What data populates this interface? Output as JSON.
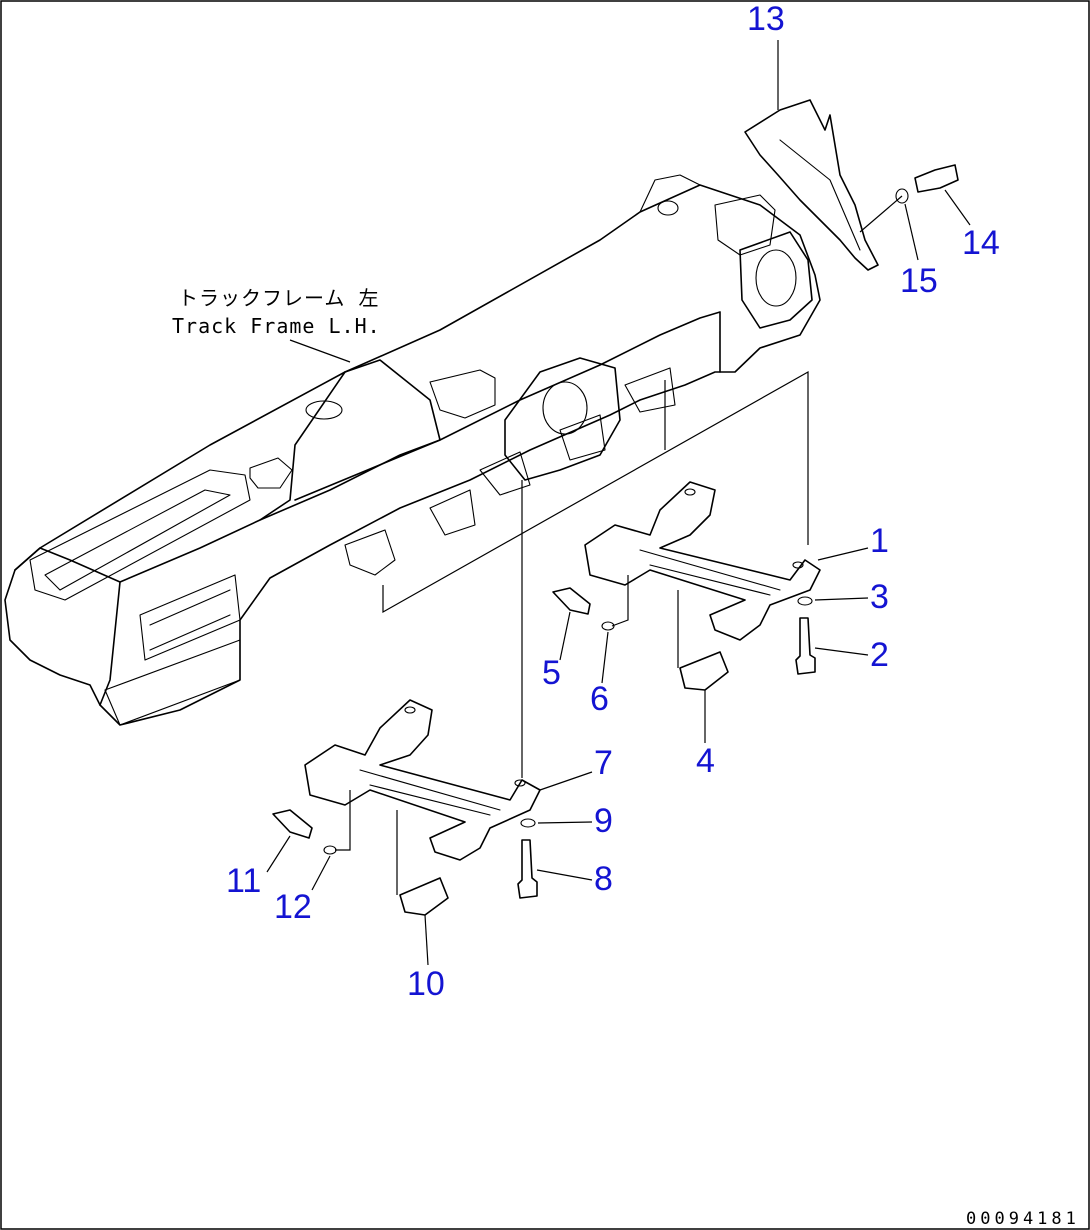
{
  "caption": {
    "japanese": "トラックフレーム 左",
    "english": "Track Frame L.H."
  },
  "callouts": {
    "c1": "1",
    "c2": "2",
    "c3": "3",
    "c4": "4",
    "c5": "5",
    "c6": "6",
    "c7": "7",
    "c8": "8",
    "c9": "9",
    "c10": "10",
    "c11": "11",
    "c12": "12",
    "c13": "13",
    "c14": "14",
    "c15": "15"
  },
  "document_id": "00094181",
  "colors": {
    "callout": "#1414d2",
    "ink": "#000000",
    "background": "#ffffff"
  }
}
